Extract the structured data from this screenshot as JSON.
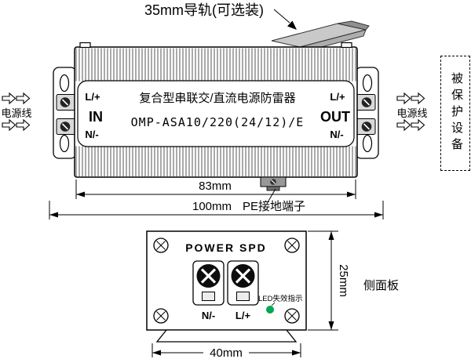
{
  "notes": {
    "din_rail": "35mm导轨(可选装)",
    "pe_terminal": "PE接地端子",
    "side_panel": "侧面板",
    "protected_device": "被保护设备",
    "power_line_left": "电源线",
    "power_line_right": "电源线"
  },
  "device": {
    "title": "复合型串联交/直流电源防雷器",
    "model": "OMP-ASA10/220(24/12)/E",
    "in_plus": "L/+",
    "in_label": "IN",
    "in_minus": "N/-",
    "out_plus": "L/+",
    "out_label": "OUT",
    "out_minus": "N/-"
  },
  "panel": {
    "title": "POWER SPD",
    "terminal_minus": "N/-",
    "terminal_plus": "L/+",
    "led_label": "LED失效指示"
  },
  "dimensions": {
    "inner_width": "83mm",
    "outer_width": "100mm",
    "panel_height": "25mm",
    "panel_width": "40mm"
  },
  "colors": {
    "led_green": "#00a651",
    "rail_gray": "#c9c9c9"
  }
}
